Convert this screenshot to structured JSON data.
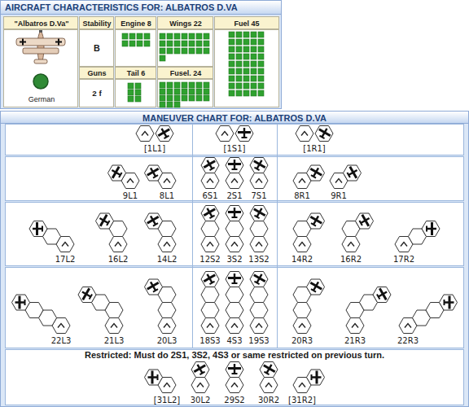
{
  "diagram": {
    "nodes": [
      {
        "text": [
          "AIRCRAFT CHARACTERISTICS FOR: ALBATROS D.VA"
        ]
      },
      {
        "text": [
          "MANEUVER CHART FOR: ALBATROS D.VA"
        ]
      }
    ],
    "labels": [
      "\"Albatros D.Va\"",
      "Stability",
      "Engine 8",
      "Wings 22",
      "Fuel 45",
      "B",
      "German",
      "Guns",
      "Tail 6",
      "Fusel. 24",
      "2 f",
      "[1L1]",
      "[1S1]",
      "[1R1]",
      "9L1",
      "8L1",
      "6S1",
      "2S1",
      "7S1",
      "8R1",
      "9R1",
      "17L2",
      "16L2",
      "14L2",
      "12S2",
      "3S2",
      "13S2",
      "14R2",
      "16R2",
      "17R2",
      "22L3",
      "21L3",
      "20L3",
      "18S3",
      "4S3",
      "19S3",
      "20R3",
      "21R3",
      "22R3",
      "Restricted: Must do 2S1, 3S2, 4S3 or same restricted on previous turn.",
      "[31L2]",
      "30L2",
      "29S2",
      "30R2",
      "[31R2]"
    ]
  }
}
